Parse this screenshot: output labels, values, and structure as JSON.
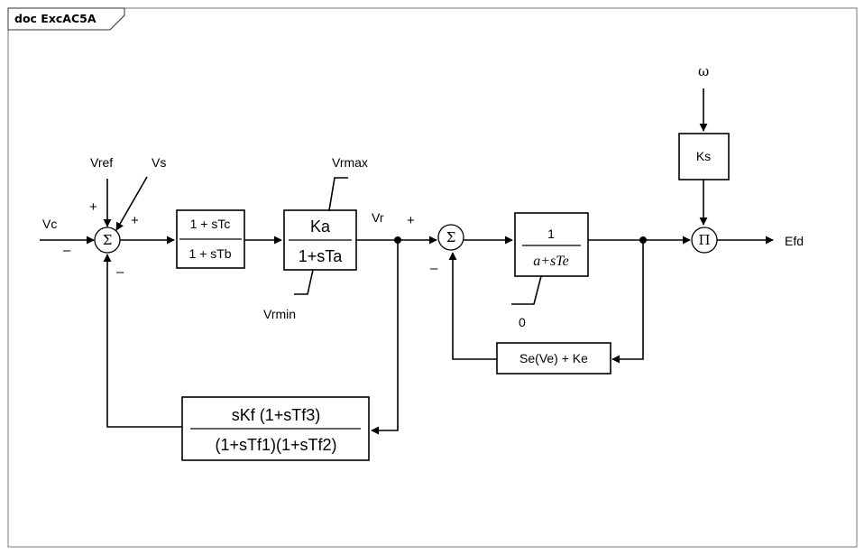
{
  "header": {
    "tab_label": "doc ExcAC5A"
  },
  "inputs": {
    "vc": "Vc",
    "vref": "Vref",
    "vs": "Vs",
    "omega": "ω"
  },
  "signs": {
    "sum1_vref": "+",
    "sum1_vs": "+",
    "sum1_vc": "–",
    "sum1_feedback": "–",
    "sum2_vr": "+",
    "sum2_feedback": "–"
  },
  "symbols": {
    "sum1": "Σ",
    "sum2": "Σ",
    "mult": "Π"
  },
  "blocks": {
    "lead_lag": {
      "num": "1 + sTc",
      "den": "1 + sTb"
    },
    "amplifier": {
      "num": "Ka",
      "den": "1+sTa"
    },
    "limits": {
      "max": "Vrmax",
      "min": "Vrmin"
    },
    "exciter": {
      "num": "1",
      "den": "a+sTe",
      "lower_limit": "0"
    },
    "ks": {
      "label": "Ks"
    },
    "saturation": {
      "label": "Se(Ve) + Ke"
    },
    "rate_feedback": {
      "num": "sKf (1+sTf3)",
      "den": "(1+sTf1)(1+sTf2)"
    }
  },
  "signals": {
    "vr": "Vr",
    "output": "Efd"
  }
}
